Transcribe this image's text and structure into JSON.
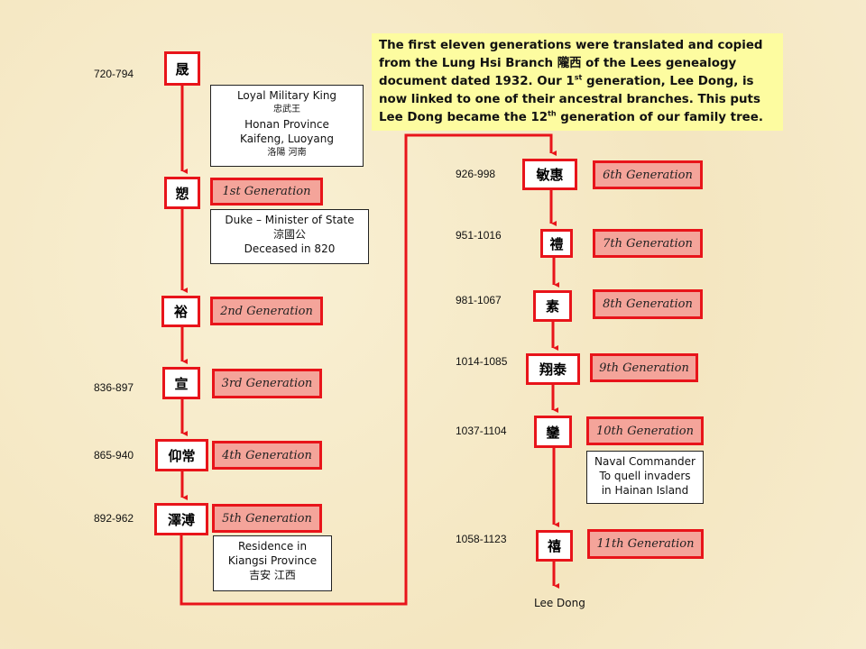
{
  "note": {
    "line1": "The first eleven generations were translated and copied",
    "line2": "from the Lung Hsi Branch 隴西 of the Lees genealogy",
    "line3a": "document dated 1932.  Our 1",
    "line3sup": "st",
    "line3b": " generation, Lee Dong, is",
    "line4": "now linked to one of their ancestral branches.  This puts",
    "line5a": "Lee Dong became the 12",
    "line5sup": "th",
    "line5b": " generation of our family tree."
  },
  "nodes": [
    {
      "name": "晟",
      "date": "720-794",
      "generation": ""
    },
    {
      "name": "愬",
      "date": "",
      "generation": "1st Generation"
    },
    {
      "name": "裕",
      "date": "",
      "generation": "2nd Generation"
    },
    {
      "name": "宣",
      "date": "836-897",
      "generation": "3rd Generation"
    },
    {
      "name": "仰常",
      "date": "865-940",
      "generation": "4th Generation"
    },
    {
      "name": "澤溥",
      "date": "892-962",
      "generation": "5th Generation"
    },
    {
      "name": "敏惠",
      "date": "926-998",
      "generation": "6th Generation"
    },
    {
      "name": "禮",
      "date": "951-1016",
      "generation": "7th Generation"
    },
    {
      "name": "素",
      "date": "981-1067",
      "generation": "8th Generation"
    },
    {
      "name": "翔泰",
      "date": "1014-1085",
      "generation": "9th Generation"
    },
    {
      "name": "鑾",
      "date": "1037-1104",
      "generation": "10th Generation"
    },
    {
      "name": "禧",
      "date": "1058-1123",
      "generation": "11th Generation"
    }
  ],
  "info": {
    "king": [
      "Loyal Military King",
      "忠武王",
      "Honan Province",
      "Kaifeng, Luoyang",
      "洛陽 河南"
    ],
    "duke": [
      "Duke – Minister of State",
      "涼國公",
      "Deceased in 820"
    ],
    "residence": [
      "Residence in",
      "Kiangsi Province",
      "吉安  江西"
    ],
    "naval": [
      "Naval Commander",
      "To quell invaders",
      "in Hainan Island"
    ]
  },
  "end_label": "Lee Dong",
  "colors": {
    "line": "#e8141a",
    "gen_fill": "#f4a49a",
    "note_bg": "#fdfca0"
  }
}
